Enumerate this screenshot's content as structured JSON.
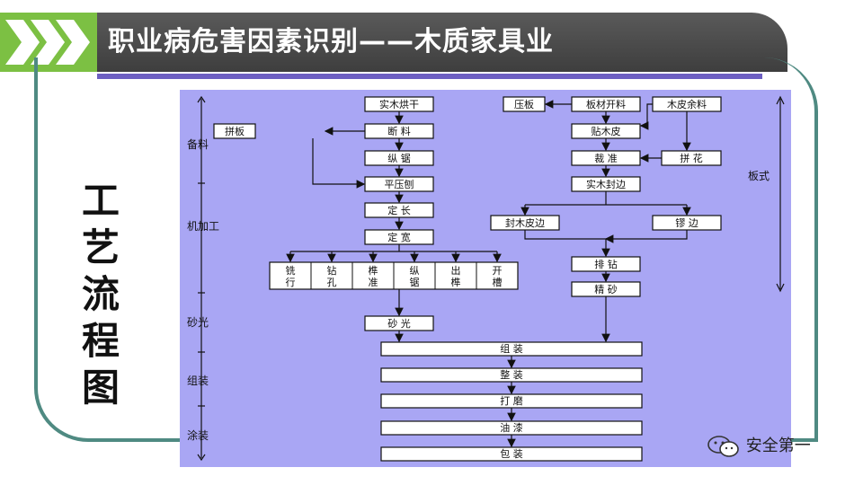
{
  "slide": {
    "title": "职业病危害因素识别——木质家具业",
    "side_title": [
      "工",
      "艺",
      "流",
      "程",
      "图"
    ],
    "watermark": "安全第一"
  },
  "stages": [
    "备料",
    "机加工",
    "砂光",
    "组装",
    "涂装"
  ],
  "right_label": "板式",
  "left_column": {
    "steps": [
      "实木烘干",
      "断 料",
      "纵 锯",
      "平压刨",
      "定 长",
      "定 宽"
    ],
    "side_step": "拼板",
    "operations": [
      [
        "铣",
        "行"
      ],
      [
        "钻",
        "孔"
      ],
      [
        "榫",
        "准"
      ],
      [
        "纵",
        "锯"
      ],
      [
        "出",
        "榫"
      ],
      [
        "开",
        "槽"
      ]
    ],
    "sanding": "砂 光"
  },
  "right_column": {
    "top_row": [
      "压板",
      "板材开料",
      "木皮余料"
    ],
    "steps": [
      "贴木皮",
      "裁 准",
      "实木封边"
    ],
    "side_step": "拼 花",
    "edge_steps": [
      "封木皮边",
      "镠 边"
    ],
    "lower_steps": [
      "排 钻",
      "精 砂"
    ]
  },
  "common_steps": [
    "组 装",
    "整 装",
    "打 磨",
    "油 漆",
    "包 装"
  ],
  "colors": {
    "diagram_bg": "#a9a6f4",
    "accent": "#7cc043",
    "title_bar": "#444444",
    "frame": "#4f8a82"
  }
}
